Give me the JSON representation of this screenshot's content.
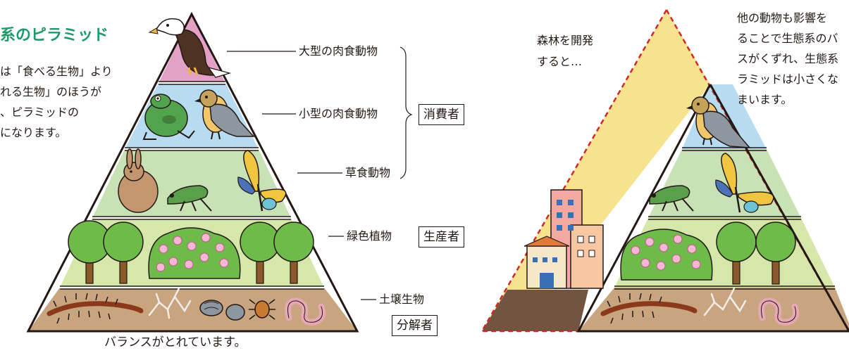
{
  "left": {
    "title": "系のピラミッド",
    "intro_lines": [
      "は「食べる生物」より",
      "れる生物」のほうが",
      "、ピラミッドの",
      "になります。"
    ],
    "levels": [
      {
        "label": "大型の肉食動物",
        "icon": "eagle-icon"
      },
      {
        "label": "小型の肉食動物",
        "icon": "frog-icon,bird-icon"
      },
      {
        "label": "草食動物",
        "icon": "rabbit-icon,grasshopper-icon,butterfly-icon"
      },
      {
        "label": "緑色植物",
        "icon": "tree-icon,flower-bush-icon"
      },
      {
        "label": "土壌生物",
        "icon": "centipede-icon,fungus-icon,pillbug-icon,mite-icon,earthworm-icon"
      }
    ],
    "groups": {
      "consumer": "消費者",
      "producer": "生産者",
      "decomposer": "分解者"
    },
    "caption": "バランスがとれています。"
  },
  "right": {
    "dev_lines": [
      "森林を開発",
      "すると…"
    ],
    "effect_lines": [
      "他の動物も影響を",
      "ることで生態系のバ",
      "スがくずれ、生態系",
      "ラミッドは小さくな",
      "まいます。"
    ]
  },
  "colors": {
    "pink": "#e4a1c6",
    "blue": "#b7dcf1",
    "green": "#c8e1b5",
    "lime": "#d6e8a9",
    "brown": "#c8a47f",
    "dark_brown": "#725441",
    "yellow": "#f7e38e",
    "title": "#1d9a6c"
  }
}
